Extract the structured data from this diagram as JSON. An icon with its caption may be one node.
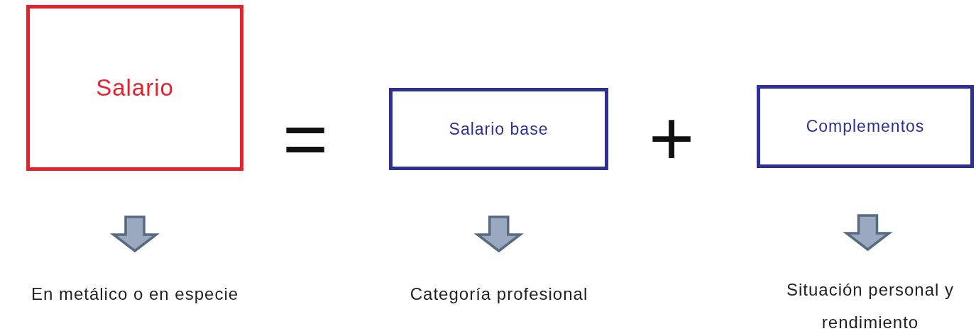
{
  "diagram": {
    "nodes": [
      {
        "text": [
          "Salario"
        ]
      },
      {
        "text": [
          "Salario base"
        ]
      },
      {
        "text": [
          "Complementos"
        ]
      },
      {
        "text": [
          "En metálico o en especie"
        ]
      },
      {
        "text": [
          "Categoría profesional"
        ]
      },
      {
        "text": [
          "Situación personal y rendimiento"
        ]
      }
    ],
    "edges": [
      {
        "from": 0,
        "to": 3,
        "arrow": "to"
      },
      {
        "from": 1,
        "to": 4,
        "arrow": "to"
      },
      {
        "from": 2,
        "to": 5,
        "arrow": "to"
      }
    ],
    "labels": [
      "=",
      "+"
    ]
  }
}
